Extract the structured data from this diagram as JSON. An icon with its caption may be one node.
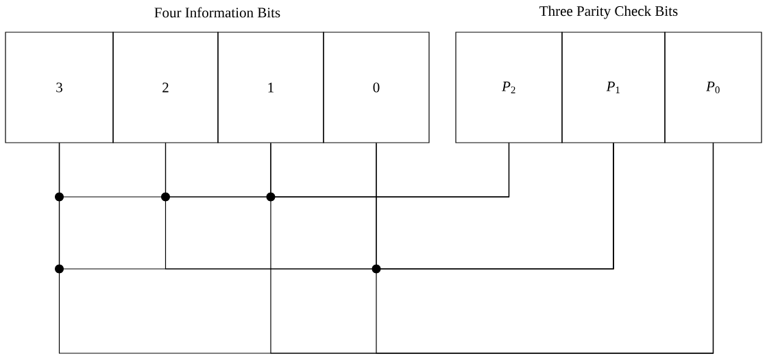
{
  "diagram": {
    "nodes": [
      {
        "text": [
          "3"
        ]
      },
      {
        "text": [
          "2"
        ]
      },
      {
        "text": [
          "1"
        ]
      },
      {
        "text": [
          "0"
        ]
      },
      {
        "text": [
          "*P*$_{2}$"
        ]
      },
      {
        "text": [
          "*P*$_{1}$"
        ]
      },
      {
        "text": [
          "*P*$_{0}$"
        ]
      }
    ],
    "edges": [
      {
        "from": 0,
        "to": 4,
        "arrow": "none"
      },
      {
        "from": 1,
        "to": 4,
        "arrow": "none"
      },
      {
        "from": 2,
        "to": 4,
        "arrow": "none"
      },
      {
        "from": 0,
        "to": 5,
        "arrow": "none"
      },
      {
        "from": 1,
        "to": 5,
        "arrow": "none"
      },
      {
        "from": 3,
        "to": 5,
        "arrow": "none"
      },
      {
        "from": 0,
        "to": 6,
        "arrow": "none"
      },
      {
        "from": 2,
        "to": 6,
        "arrow": "none"
      },
      {
        "from": 3,
        "to": 6,
        "arrow": "none"
      }
    ],
    "labels": [
      "Four Information Bits",
      "Three Parity Check Bits"
    ]
  }
}
